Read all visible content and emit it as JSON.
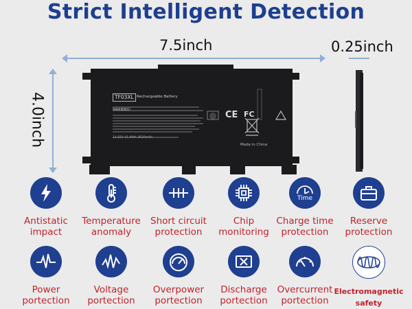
{
  "header": {
    "title": "Strict Intelligent Detection"
  },
  "dimensions": {
    "width": "7.5inch",
    "height": "4.0inch",
    "thickness": "0.25inch"
  },
  "battery_label": {
    "model": "TF03XL",
    "type": "Rechargeable Battery",
    "made_in": "Made in China",
    "ce": "CE",
    "fc": "FC",
    "warning": "WARNING!",
    "specs": "11.55V  41.9Wh  3630mAh"
  },
  "features": [
    {
      "label_line1": "Antistatic",
      "label_line2": "impact",
      "icon": "lightning-icon"
    },
    {
      "label_line1": "Temperature",
      "label_line2": "anomaly",
      "icon": "thermometer-icon"
    },
    {
      "label_line1": "Short circuit",
      "label_line2": "protection",
      "icon": "circuit-icon"
    },
    {
      "label_line1": "Chip",
      "label_line2": "monitoring",
      "icon": "chip-icon"
    },
    {
      "label_line1": "Charge time",
      "label_line2": "protection",
      "icon": "clock-icon",
      "icon_text": "Time"
    },
    {
      "label_line1": "Reserve",
      "label_line2": "protection",
      "icon": "briefcase-icon"
    },
    {
      "label_line1": "Power",
      "label_line2": "portection",
      "icon": "pulse-icon"
    },
    {
      "label_line1": "Voltage",
      "label_line2": "portection",
      "icon": "voltage-wave-icon"
    },
    {
      "label_line1": "Overpower",
      "label_line2": "portection",
      "icon": "gauge-icon"
    },
    {
      "label_line1": "Discharge",
      "label_line2": "portection",
      "icon": "discharge-battery-icon"
    },
    {
      "label_line1": "Overcurrent",
      "label_line2": "portection",
      "icon": "speedometer-icon"
    },
    {
      "label_line1": "Electromagnetic",
      "label_line2": "safety",
      "icon": "coil-icon"
    }
  ],
  "colors": {
    "title": "#1e3f8f",
    "icon_bg": "#1f3f90",
    "label": "#c0222b",
    "arrow": "#8fb0d6"
  }
}
